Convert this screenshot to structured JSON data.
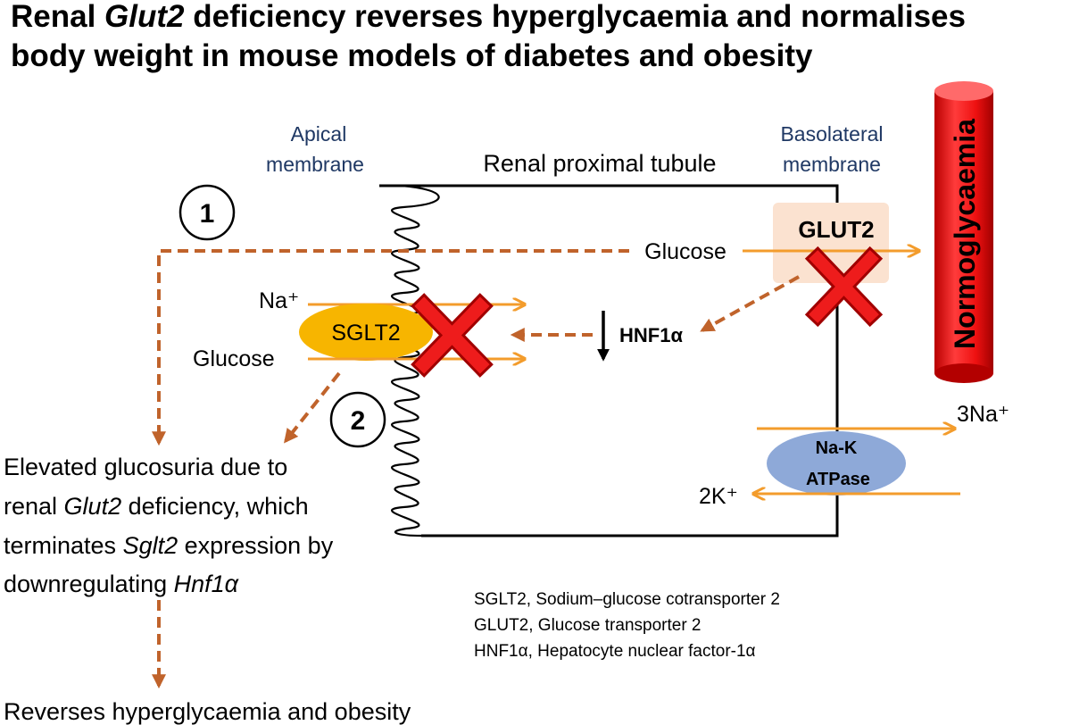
{
  "title": {
    "line1_a": "Renal ",
    "line1_b": "Glut2",
    "line1_c": " deficiency reverses hyperglycaemia and normalises",
    "line2": "body weight in mouse models of diabetes and obesity"
  },
  "membranes": {
    "apical_1": "Apical",
    "apical_2": "membrane",
    "basolateral_1": "Basolateral",
    "basolateral_2": "membrane"
  },
  "tubule_label": "Renal proximal tubule",
  "normoglycaemia": "Normoglycaemia",
  "step1": "1",
  "step2": "2",
  "transporters": {
    "glut2": "GLUT2",
    "sglt2": "SGLT2",
    "atpase_1": "Na-K",
    "atpase_2": "ATPase",
    "hnf1a": "HNF1α"
  },
  "ions": {
    "glucose_top": "Glucose",
    "na_plus": "Na⁺",
    "glucose_left": "Glucose",
    "three_na": "3Na⁺",
    "two_k": "2K⁺"
  },
  "outcome": {
    "l1": "Elevated glucosuria due to",
    "l2_a": "renal ",
    "l2_b": "Glut2",
    "l2_c": " deficiency, which",
    "l3_a": "terminates ",
    "l3_b": "Sglt2",
    "l3_c": " expression by",
    "l4_a": "downregulating ",
    "l4_b": "Hnf1α"
  },
  "final": "Reverses hyperglycaemia and obesity",
  "legend": [
    "SGLT2, Sodium–glucose cotransporter 2",
    "GLUT2, Glucose transporter 2",
    "HNF1α, Hepatocyte nuclear factor-1α"
  ],
  "colors": {
    "navy": "#1f3864",
    "dashed_arrow": "#c0632b",
    "solid_arrow": "#f39c2c",
    "sglt2_fill": "#f7b500",
    "glut2_fill": "#fbe2d0",
    "atpase_fill": "#8ea9d8",
    "cylinder_red": "#ee1111",
    "cross_red": "#ee1c1c"
  }
}
